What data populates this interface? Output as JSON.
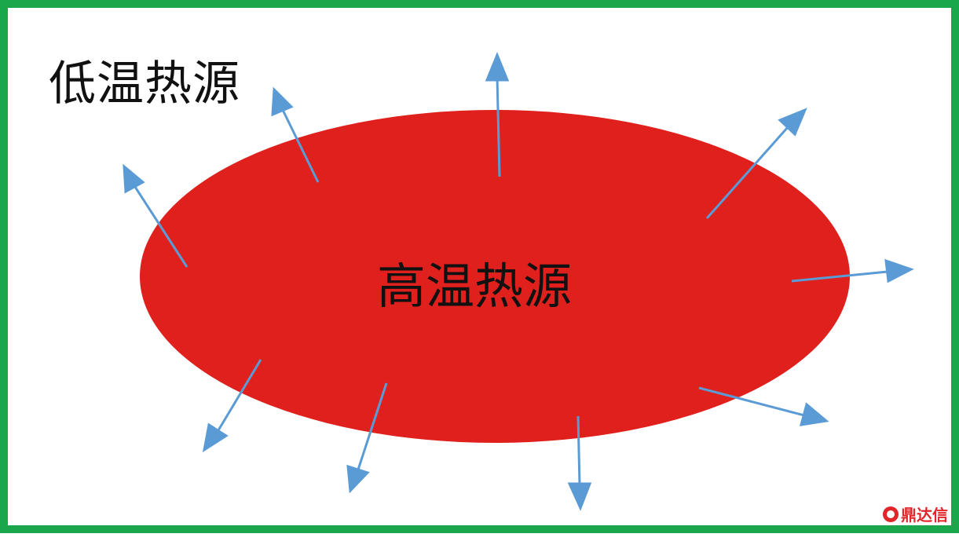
{
  "diagram": {
    "outer_label": "低温热源",
    "inner_label": "高温热源",
    "watermark": "鼎达信",
    "colors": {
      "border": "#1aa64a",
      "ellipse": "#e0201c",
      "arrow": "#5b9bd5",
      "text": "#111111"
    }
  }
}
